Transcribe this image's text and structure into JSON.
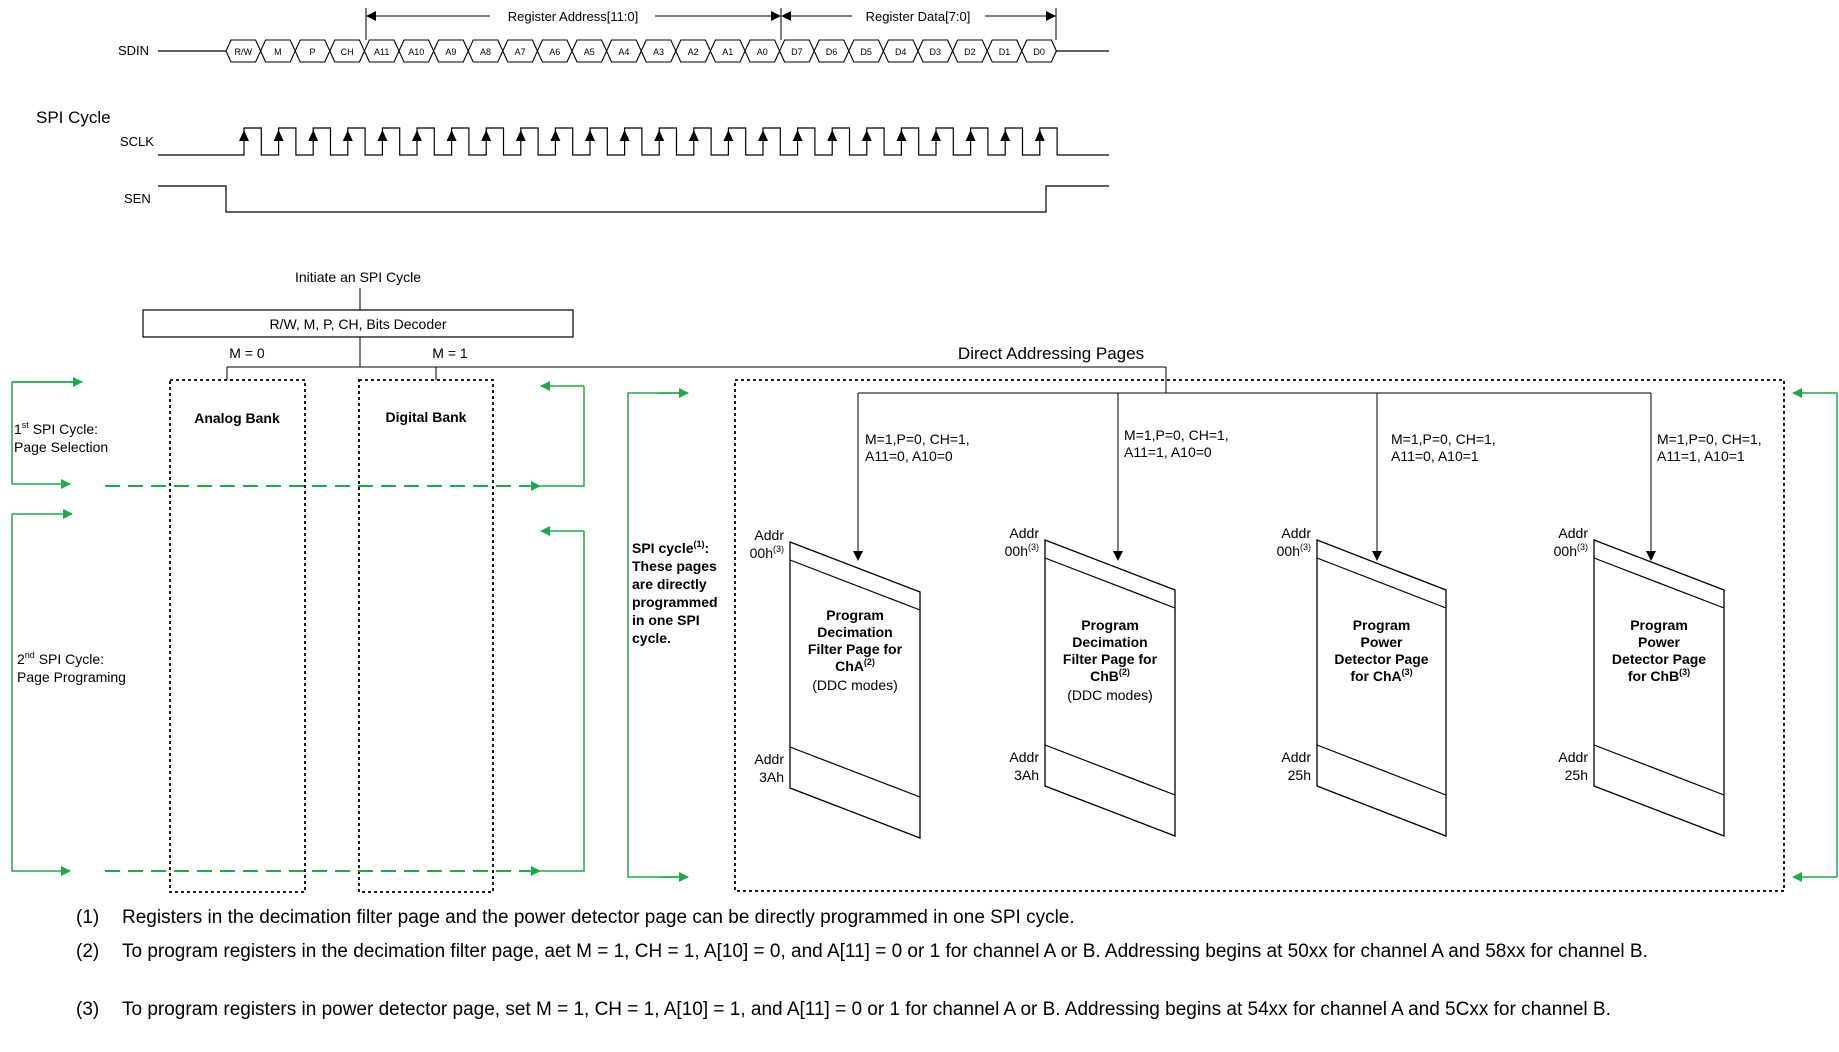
{
  "timing": {
    "reg_address_label": "Register Address[11:0]",
    "reg_data_label": "Register Data[7:0]",
    "sdin_label": "SDIN",
    "spi_cycle_label": "SPI Cycle",
    "sclk_label": "SCLK",
    "sen_label": "SEN",
    "bits": [
      "R/W",
      "M",
      "P",
      "CH",
      "A11",
      "A10",
      "A9",
      "A8",
      "A7",
      "A6",
      "A5",
      "A4",
      "A3",
      "A2",
      "A1",
      "A0",
      "D7",
      "D6",
      "D5",
      "D4",
      "D3",
      "D2",
      "D1",
      "D0"
    ]
  },
  "flow": {
    "initiate_label": "Initiate an SPI Cycle",
    "decoder_label": "R/W, M, P, CH, Bits Decoder",
    "m0_label": "M = 0",
    "m1_label": "M = 1",
    "direct_pages_label": "Direct Addressing Pages",
    "analog_bank": "Analog Bank",
    "digital_bank": "Digital Bank",
    "first_cycle": {
      "sup": "st",
      "lines": [
        "1",
        " SPI Cycle:",
        "Page Selection"
      ]
    },
    "second_cycle": {
      "sup": "nd",
      "lines": [
        "2",
        " SPI Cycle:",
        "Page Programing"
      ]
    },
    "spi_note": {
      "title": "SPI cycle",
      "sup": "(1)",
      "colon": ":",
      "lines": [
        "These pages",
        "are directly",
        "programmed",
        "in one SPI",
        "cycle."
      ]
    }
  },
  "pages": [
    {
      "cond1": "M=1,P=0, CH=1,",
      "cond2": "A11=0, A10=0",
      "addr_top": "Addr",
      "addr_top2": "00h",
      "addr_top_sup": "(3)",
      "addr_bot": "Addr",
      "addr_bot2": "3Ah",
      "title": [
        "Program",
        "Decimation",
        "Filter Page for"
      ],
      "title_last": "ChA",
      "title_sup": "(2)",
      "sub": "(DDC modes)"
    },
    {
      "cond1": "M=1,P=0, CH=1,",
      "cond2": "A11=1, A10=0",
      "addr_top": "Addr",
      "addr_top2": "00h",
      "addr_top_sup": "(3)",
      "addr_bot": "Addr",
      "addr_bot2": "3Ah",
      "title": [
        "Program",
        "Decimation",
        "Filter Page for"
      ],
      "title_last": "ChB",
      "title_sup": "(2)",
      "sub": "(DDC modes)"
    },
    {
      "cond1": "M=1,P=0, CH=1,",
      "cond2": "A11=0, A10=1",
      "addr_top": "Addr",
      "addr_top2": "00h",
      "addr_top_sup": "(3)",
      "addr_bot": "Addr",
      "addr_bot2": "25h",
      "title": [
        "Program",
        "Power",
        "Detector Page"
      ],
      "title_last": "for ChA",
      "title_sup": "(3)",
      "sub": ""
    },
    {
      "cond1": "M=1,P=0, CH=1,",
      "cond2": "A11=1, A10=1",
      "addr_top": "Addr",
      "addr_top2": "00h",
      "addr_top_sup": "(3)",
      "addr_bot": "Addr",
      "addr_bot2": "25h",
      "title": [
        "Program",
        "Power",
        "Detector Page"
      ],
      "title_last": "for ChB",
      "title_sup": "(3)",
      "sub": ""
    }
  ],
  "notes": [
    {
      "num": "(1)",
      "text": "Registers in the decimation filter page and the power detector page can be directly programmed in one SPI cycle."
    },
    {
      "num": "(2)",
      "text": "To program registers in the decimation filter page, aet M = 1, CH = 1, A[10] = 0, and A[11] = 0 or 1 for channel A or B. Addressing begins at 50xx for channel A and 58xx for channel B."
    },
    {
      "num": "(3)",
      "text": "To program registers in power detector page, set M = 1, CH = 1, A[10] = 1, and A[11] = 0 or 1 for channel A or B. Addressing begins at 54xx for channel A and 5Cxx for channel B."
    }
  ],
  "colors": {
    "line": "#000000",
    "green": "#1faa4a"
  }
}
